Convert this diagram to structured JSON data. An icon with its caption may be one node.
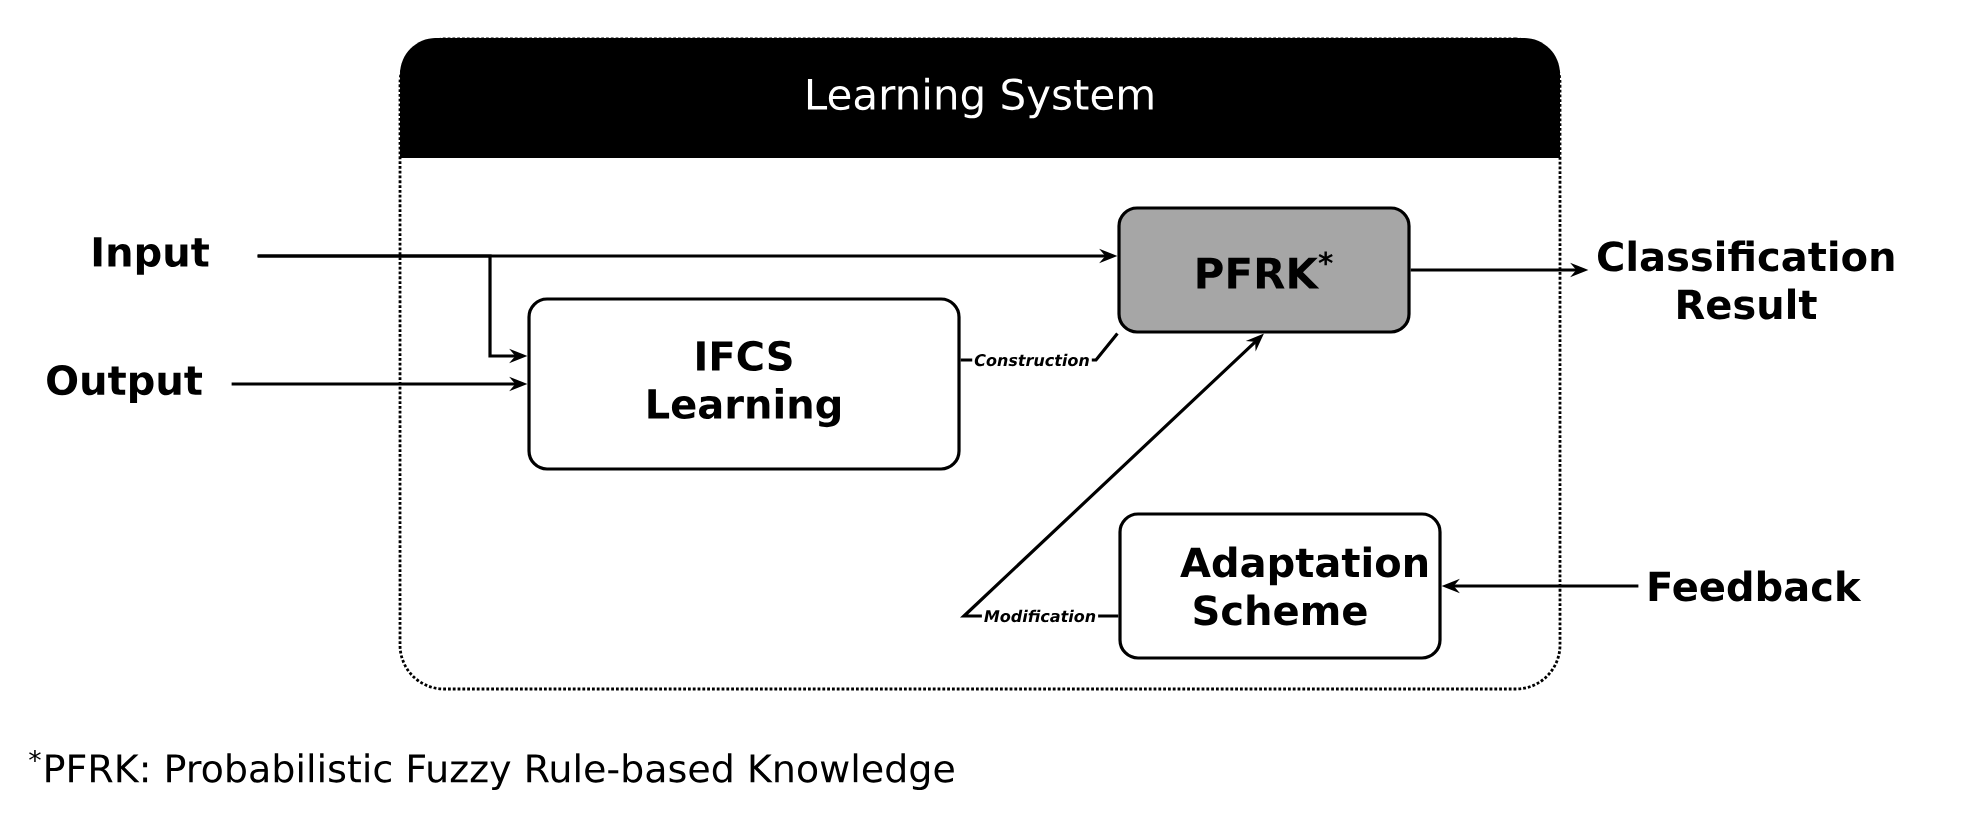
{
  "diagram": {
    "nodes": [
      {
        "text": [
          "Learning System"
        ]
      },
      {
        "text": [
          "Input"
        ]
      },
      {
        "text": [
          "Output"
        ]
      },
      {
        "text": [
          "IFCS Learning"
        ],
        "in": 0
      },
      {
        "text": [
          "PFRK$^{*}$"
        ],
        "in": 0
      },
      {
        "text": [
          "Classification Result"
        ]
      },
      {
        "text": [
          "Feedback"
        ]
      },
      {
        "text": [
          "Adaptation Scheme"
        ],
        "in": 0
      }
    ],
    "edges": [
      {
        "from": 1,
        "to": 4,
        "arrow": "to"
      },
      {
        "from": 1,
        "to": 3,
        "arrow": "to"
      },
      {
        "from": 2,
        "to": 3,
        "arrow": "to"
      },
      {
        "from": 3,
        "to": 4,
        "arrow": "none",
        "label": "Construction"
      },
      {
        "from": 4,
        "to": 5,
        "arrow": "to"
      },
      {
        "from": 6,
        "to": 7,
        "arrow": "to"
      },
      {
        "from": 7,
        "to": 4,
        "arrow": "to",
        "label": "Modification"
      }
    ],
    "labels": [
      "$^{*}$PFRK: Probabilistic Fuzzy Rule-based Knowledge"
    ]
  }
}
